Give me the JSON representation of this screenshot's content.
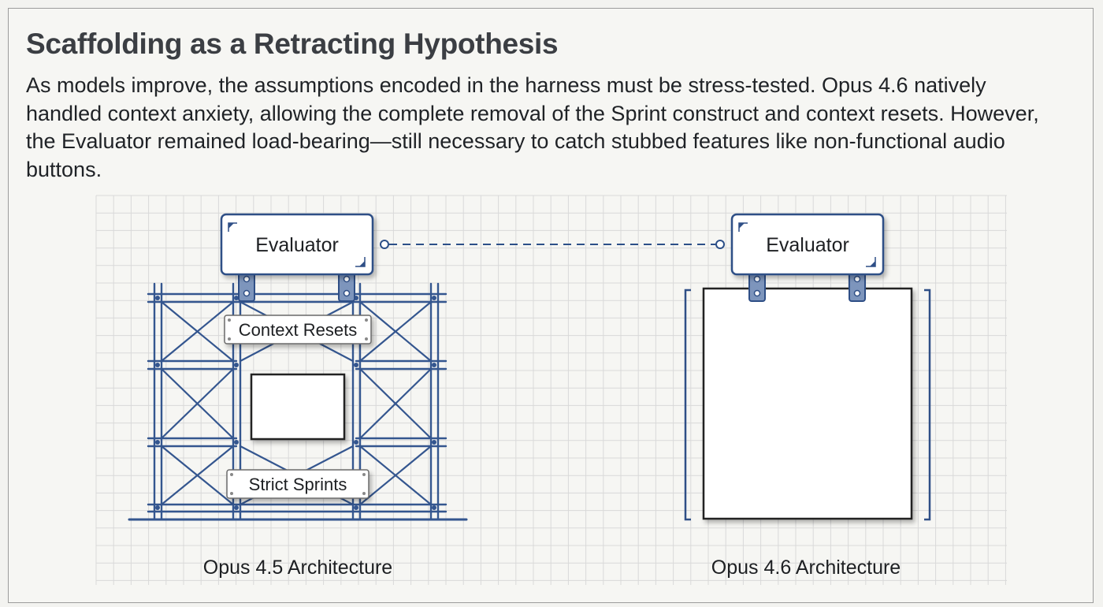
{
  "slide": {
    "title": "Scaffolding as a Retracting Hypothesis",
    "body": "As models improve, the assumptions encoded in the harness must be stress-tested. Opus 4.6 natively handled context anxiety, allowing the complete removal of the Sprint construct and context resets. However, the Evaluator remained load-bearing—still necessary to catch stubbed features like non-functional audio buttons."
  },
  "diagram": {
    "left": {
      "evaluator_label": "Evaluator",
      "top_sign_label": "Context Resets",
      "bottom_sign_label": "Strict Sprints",
      "caption": "Opus 4.5 Architecture"
    },
    "right": {
      "evaluator_label": "Evaluator",
      "caption": "Opus 4.6 Architecture"
    },
    "colors": {
      "scaffold": "#34568f",
      "grid": "#d9d9d9",
      "dashed_link": "#2c4f88"
    }
  }
}
